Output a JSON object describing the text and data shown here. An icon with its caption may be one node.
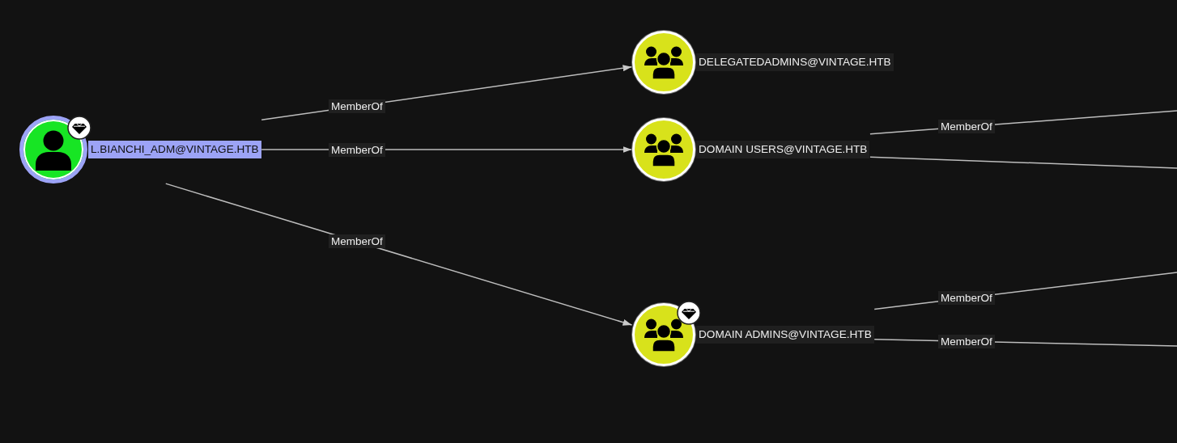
{
  "diagram": {
    "nodes": [
      {
        "text": [
          "L.BIANCHI_ADM@VINTAGE.HTB"
        ]
      },
      {
        "text": [
          "DELEGATEDADMINS@VINTAGE.HTB"
        ]
      },
      {
        "text": [
          "DOMAIN USERS@VINTAGE.HTB"
        ]
      },
      {
        "text": [
          "DOMAIN ADMINS@VINTAGE.HTB"
        ]
      }
    ],
    "edges": [
      {
        "from": 0,
        "to": 1,
        "arrow": "to",
        "label": "MemberOf"
      },
      {
        "from": 0,
        "to": 2,
        "arrow": "to",
        "label": "MemberOf"
      },
      {
        "from": 0,
        "to": 3,
        "arrow": "to",
        "label": "MemberOf"
      },
      {
        "from": 2,
        "to": null,
        "arrow": "none",
        "label": "MemberOf"
      },
      {
        "from": 2,
        "to": null,
        "arrow": "none"
      },
      {
        "from": 3,
        "to": null,
        "arrow": "none",
        "label": "MemberOf"
      },
      {
        "from": 3,
        "to": null,
        "arrow": "none",
        "label": "MemberOf"
      }
    ]
  }
}
